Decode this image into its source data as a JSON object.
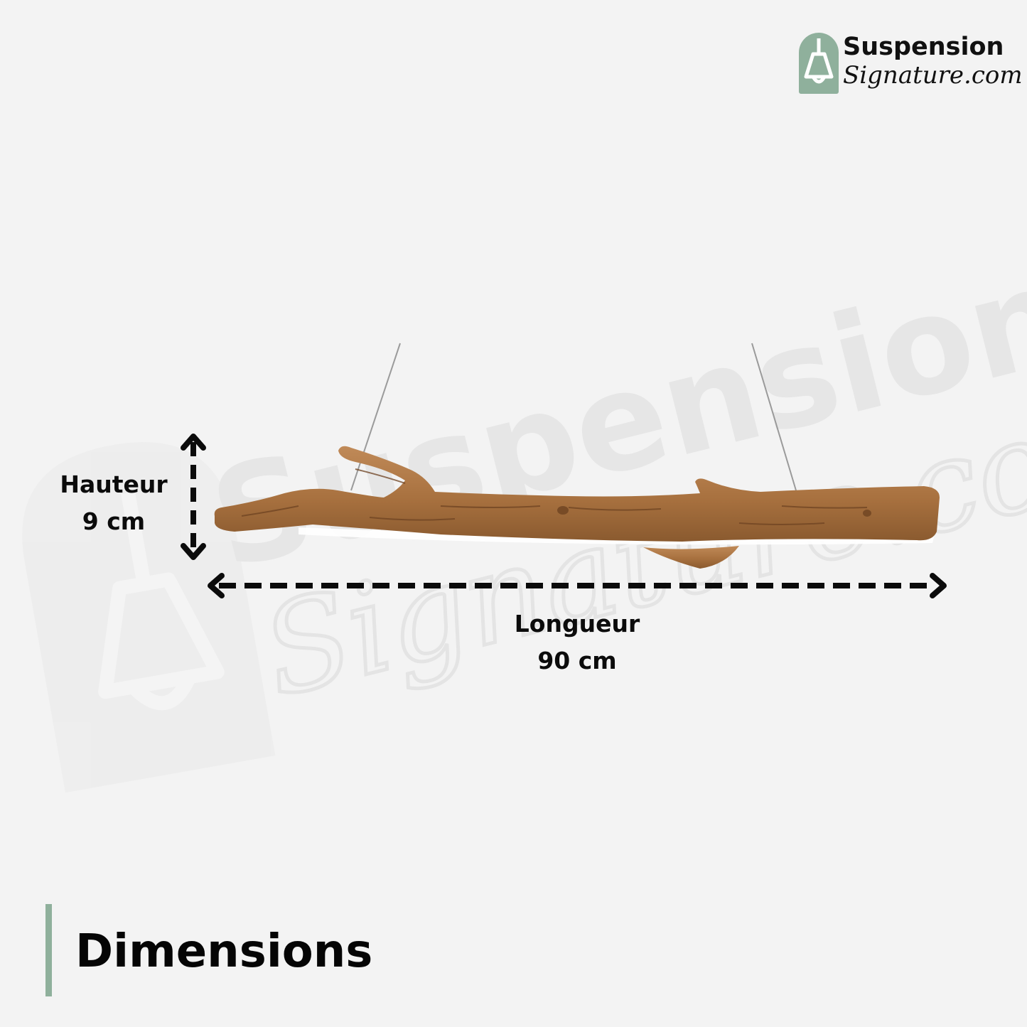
{
  "brand": {
    "name_line1": "Suspension",
    "name_line2": "Signature.com",
    "icon": "pendant-lamp-icon",
    "accent_color": "#8fb09c"
  },
  "watermark": {
    "line1": "Suspension",
    "line2": "Signature.com"
  },
  "product": {
    "image": "driftwood-branch-pendant-light"
  },
  "dimensions": {
    "height": {
      "label": "Hauteur",
      "value": "9 cm"
    },
    "length": {
      "label": "Longueur",
      "value": "90 cm"
    }
  },
  "section": {
    "title": "Dimensions"
  }
}
